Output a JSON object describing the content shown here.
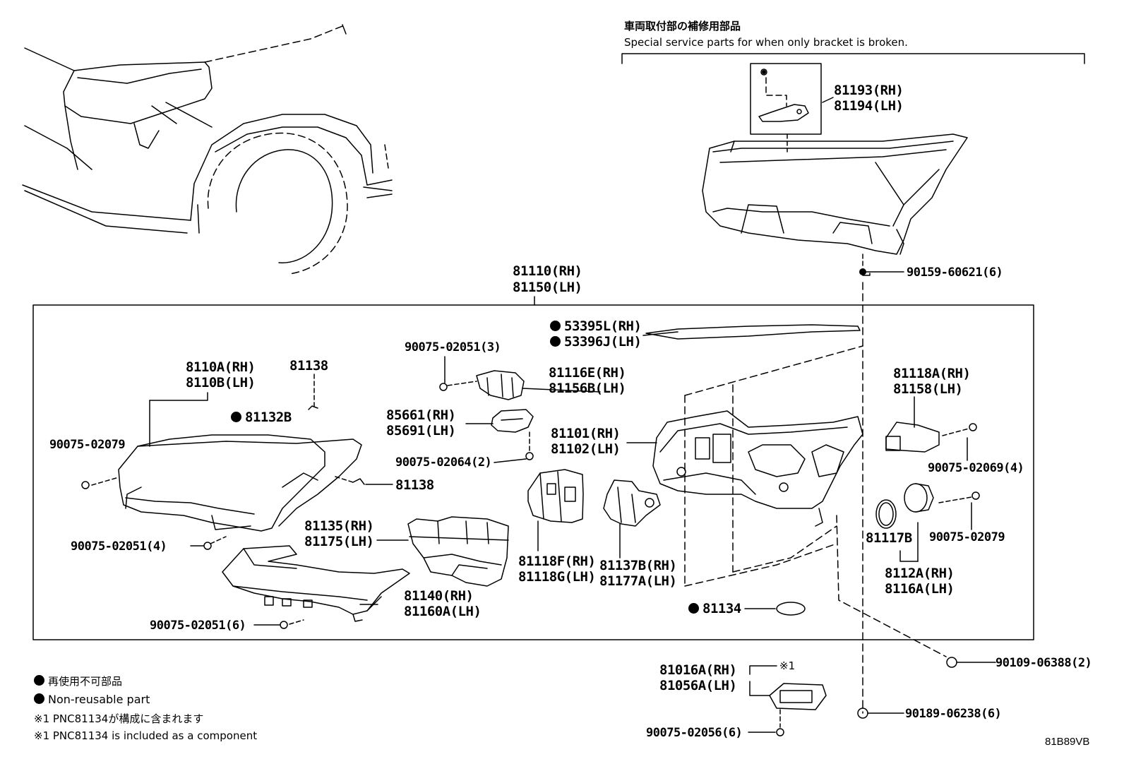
{
  "header": {
    "title_jp": "車両取付部の補修用部品",
    "title_en": "Special service parts for when only bracket is broken."
  },
  "bracket_parts": {
    "rh": "81193(RH)",
    "lh": "81194(LH)"
  },
  "top_clip": "90159-60621(6)",
  "assembly": {
    "rh": "81110(RH)",
    "lh": "81150(LH)"
  },
  "seal_strip": {
    "rh": "53395L(RH)",
    "lh": "53396J(LH)"
  },
  "lens": {
    "rh": "8110A(RH)",
    "lh": "8110B(LH)"
  },
  "gasket_lens": "81132B",
  "clip_top": "81138",
  "clip_side": "81138",
  "screw_lens_left": "90075-02079",
  "screw_lens_bottom": "90075-02051(4)",
  "screw_upper": "90075-02051(3)",
  "bracket_small": {
    "rh": "81116E(RH)",
    "lh": "81156B(LH)"
  },
  "actuator": {
    "rh": "85661(RH)",
    "lh": "85691(LH)"
  },
  "screw_actuator": "90075-02064(2)",
  "housing": {
    "rh": "81101(RH)",
    "lh": "81102(LH)"
  },
  "drl_unit": {
    "rh": "81135(RH)",
    "lh": "81175(LH)"
  },
  "module": {
    "rh": "81118F(RH)",
    "lh": "81118G(LH)"
  },
  "harness": {
    "rh": "81137B(RH)",
    "lh": "81177A(LH)"
  },
  "garnish": {
    "rh": "81140(RH)",
    "lh": "81160A(LH)"
  },
  "screw_garnish": "90075-02051(6)",
  "ring_gasket": "81134",
  "socket": {
    "rh": "81118A(RH)",
    "lh": "81158(LH)"
  },
  "screw_socket": "90075-02069(4)",
  "o_ring": "81117B",
  "cap": {
    "rh": "8112A(RH)",
    "lh": "8116A(LH)"
  },
  "screw_cap": "90075-02079",
  "clip_lower_right": "90109-06388(2)",
  "ecu": {
    "rh": "81016A(RH)",
    "lh": "81056A(LH)"
  },
  "ecu_note_mark": "※1",
  "clip_bottom": "90189-06238(6)",
  "screw_ecu": "90075-02056(6)",
  "legend": {
    "nonreusable_jp": "再使用不可部品",
    "nonreusable_en": "Non-reusable part",
    "note_jp": "※1 PNC81134が構成に含まれます",
    "note_en": "※1 PNC81134 is included as a component"
  },
  "figure_ref": "81B89VB"
}
